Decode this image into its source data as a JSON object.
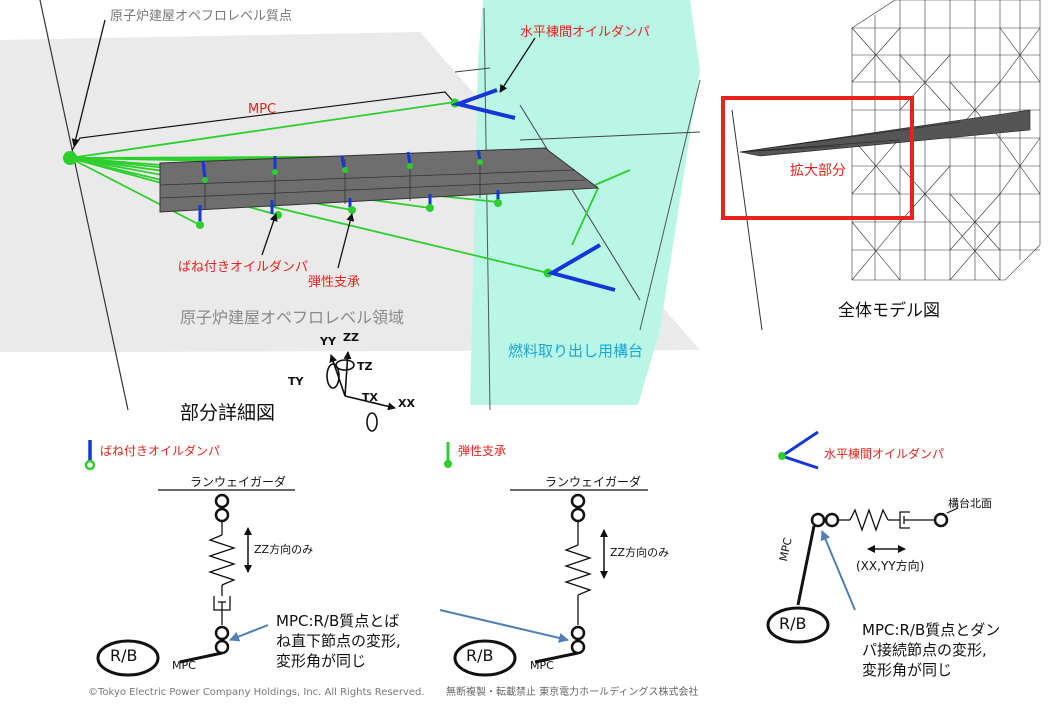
{
  "colors": {
    "accent_red": "#e8231e",
    "mass_green": "#2ccf2c",
    "damper_blue": "#1438d8",
    "platform_cyan": "#b9f6e6",
    "region_gray": "#e6e6e6",
    "beam_dark": "#6e6e6e",
    "label_cyan": "#19a6d6"
  },
  "labels": {
    "opfloor_mass": "原子炉建屋オペフロレベル質点",
    "horizontal_damper_top": "水平棟間オイルダンパ",
    "mpc_main": "MPC",
    "spring_damper_main": "ばね付きオイルダンパ",
    "elastic_support_main": "弾性支承",
    "opfloor_region": "原子炉建屋オペフロレベル領域",
    "fuel_platform": "燃料取り出し用構台",
    "partial_detail": "部分詳細図",
    "enlarged_part": "拡大部分",
    "full_model": "全体モデル図"
  },
  "axes": {
    "yy": "YY",
    "zz": "ZZ",
    "ty": "TY",
    "tz": "TZ",
    "tx": "TX",
    "xx": "XX"
  },
  "legend": {
    "spring_damper": "ばね付きオイルダンパ",
    "elastic_support": "弾性支承",
    "horizontal_damper": "水平棟間オイルダンパ"
  },
  "detail1": {
    "girder": "ランウェイガーダ",
    "direction": "ZZ方向のみ",
    "rb": "R/B",
    "mpc": "MPC",
    "note_line1": "MPC:R/B質点とば",
    "note_line2": "ね直下節点の変形,",
    "note_line3": "変形角が同じ"
  },
  "detail2": {
    "girder": "ランウェイガーダ",
    "direction": "ZZ方向のみ",
    "rb": "R/B",
    "mpc": "MPC"
  },
  "detail3": {
    "north_face": "構台北面",
    "direction": "(XX,YY方向)",
    "rb": "R/B",
    "mpc": "MPC",
    "note_line1": "MPC:R/B質点とダン",
    "note_line2": "パ接続節点の変形,",
    "note_line3": "変形角が同じ"
  },
  "footer": {
    "copyright": "©Tokyo Electric Power Company Holdings, Inc. All Rights Reserved.",
    "notice": "無断複製・転載禁止 東京電力ホールディングス株式会社"
  }
}
